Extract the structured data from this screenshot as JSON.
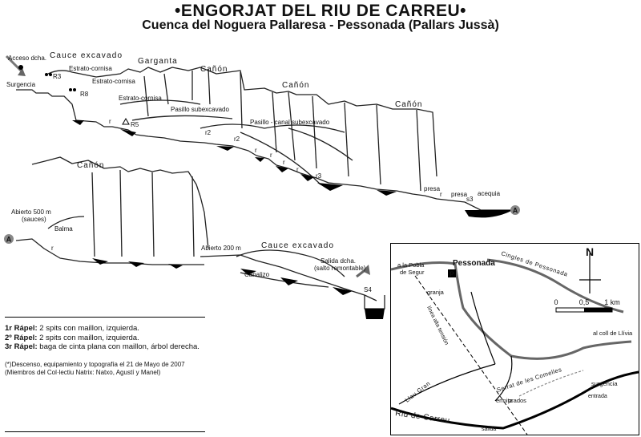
{
  "title": "•ENGORJAT DEL RIU DE CARREU•",
  "subtitle": "Cuenca del Noguera Pallaresa - Pessonada (Pallars Jussà)",
  "profile": {
    "acceso": "Acceso dcha.",
    "surgencia": "Surgencia",
    "cauce_excavado": "Cauce excavado",
    "garganta": "Garganta",
    "canon": "Cañón",
    "estrato_cornisa": "Estrato-cornisa",
    "pasillo_subexcavado": "Pasillo subexcavado",
    "pasillo_canal": "Pasillo - canal subexcavado",
    "r": "r",
    "r2": "r2",
    "r3": "r3",
    "R3": "R3",
    "R8": "R8",
    "R5": "R5",
    "presa": "presa",
    "acequia": "acequia",
    "s3": "s3",
    "s4": "S4",
    "connector_A": "A",
    "abierto_500": "Abierto 500 m",
    "sauces": "(sauces)",
    "balma": "Balma",
    "abierto_200": "Abierto 200 m",
    "canalizo": "Canalizo",
    "salida": "Salida dcha.",
    "salto": "(salto remontable)"
  },
  "notes": [
    {
      "label": "1r Rápel:",
      "text": " 2 spits con maillon, izquierda."
    },
    {
      "label": "2º Rápel:",
      "text": " 2 spits con maillon, izquierda."
    },
    {
      "label": "3r Rápel:",
      "text": " baga de cinta plana con maillon, árbol derecha."
    }
  ],
  "credits": [
    "(*)Descenso, equipamiento y topografía el 21 de Mayo de 2007",
    "(Miembros del Col·lectiu Natrix: Natxo, Agustí y Manel)"
  ],
  "map": {
    "pessonada": "Pessonada",
    "parking": "P",
    "pobla": "a la Pobla",
    "segur": "de Segur",
    "cingles": "Cingles de Pessonada",
    "granja": "granja",
    "linea": "línea alta tensión",
    "llau": "Llau Gran",
    "serrat": "Serrat de les Comelles",
    "ermita": "ermita",
    "prados": "prados",
    "riu": "Riu de Carreu",
    "salida": "salida",
    "entrada": "entrada",
    "surgencia": "surgencia",
    "coll": "al coll de Llívia",
    "north": "N",
    "scale_0": "0",
    "scale_mid": "0,5",
    "scale_end": "1 km"
  }
}
